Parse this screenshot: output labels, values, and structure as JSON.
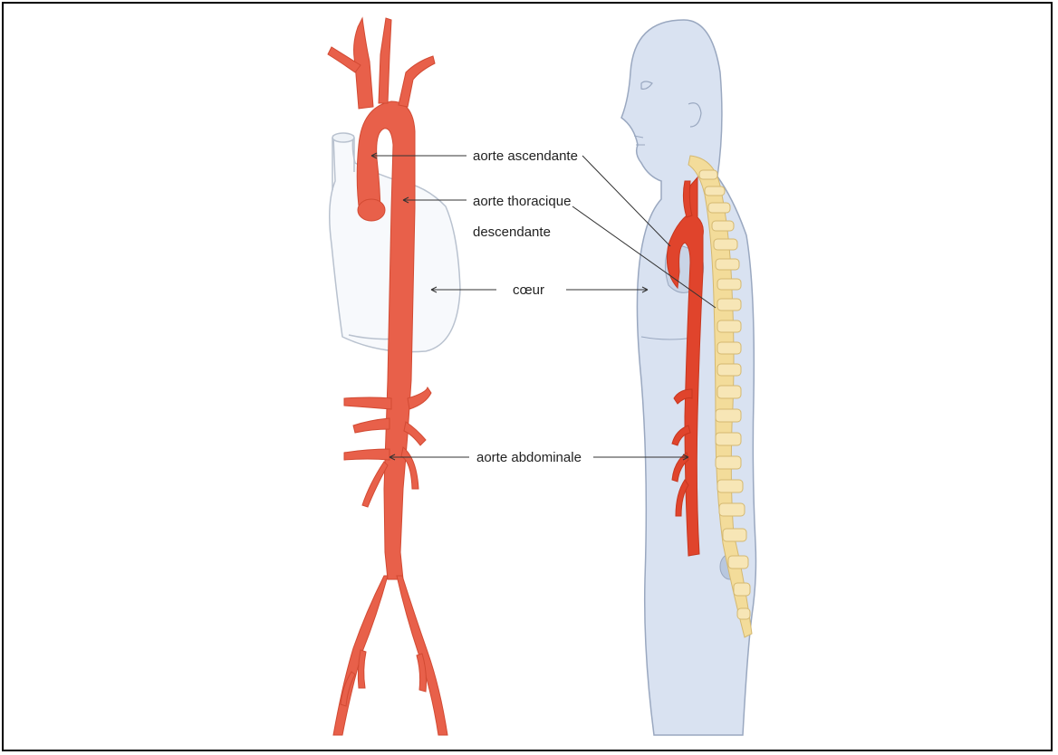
{
  "labels": {
    "ascending": "aorte ascendante",
    "thoracic_line1": "aorte thoracique",
    "thoracic_line2": "descendante",
    "heart": "cœur",
    "abdominal": "aorte abdominale"
  },
  "colors": {
    "aorta": "#e8604a",
    "aorta_dark": "#d9482f",
    "body_fill": "#d9e2f1",
    "body_outline": "#9aa8c0",
    "spine": "#f3dc9a",
    "heart_outline": "#b9c2cf"
  }
}
